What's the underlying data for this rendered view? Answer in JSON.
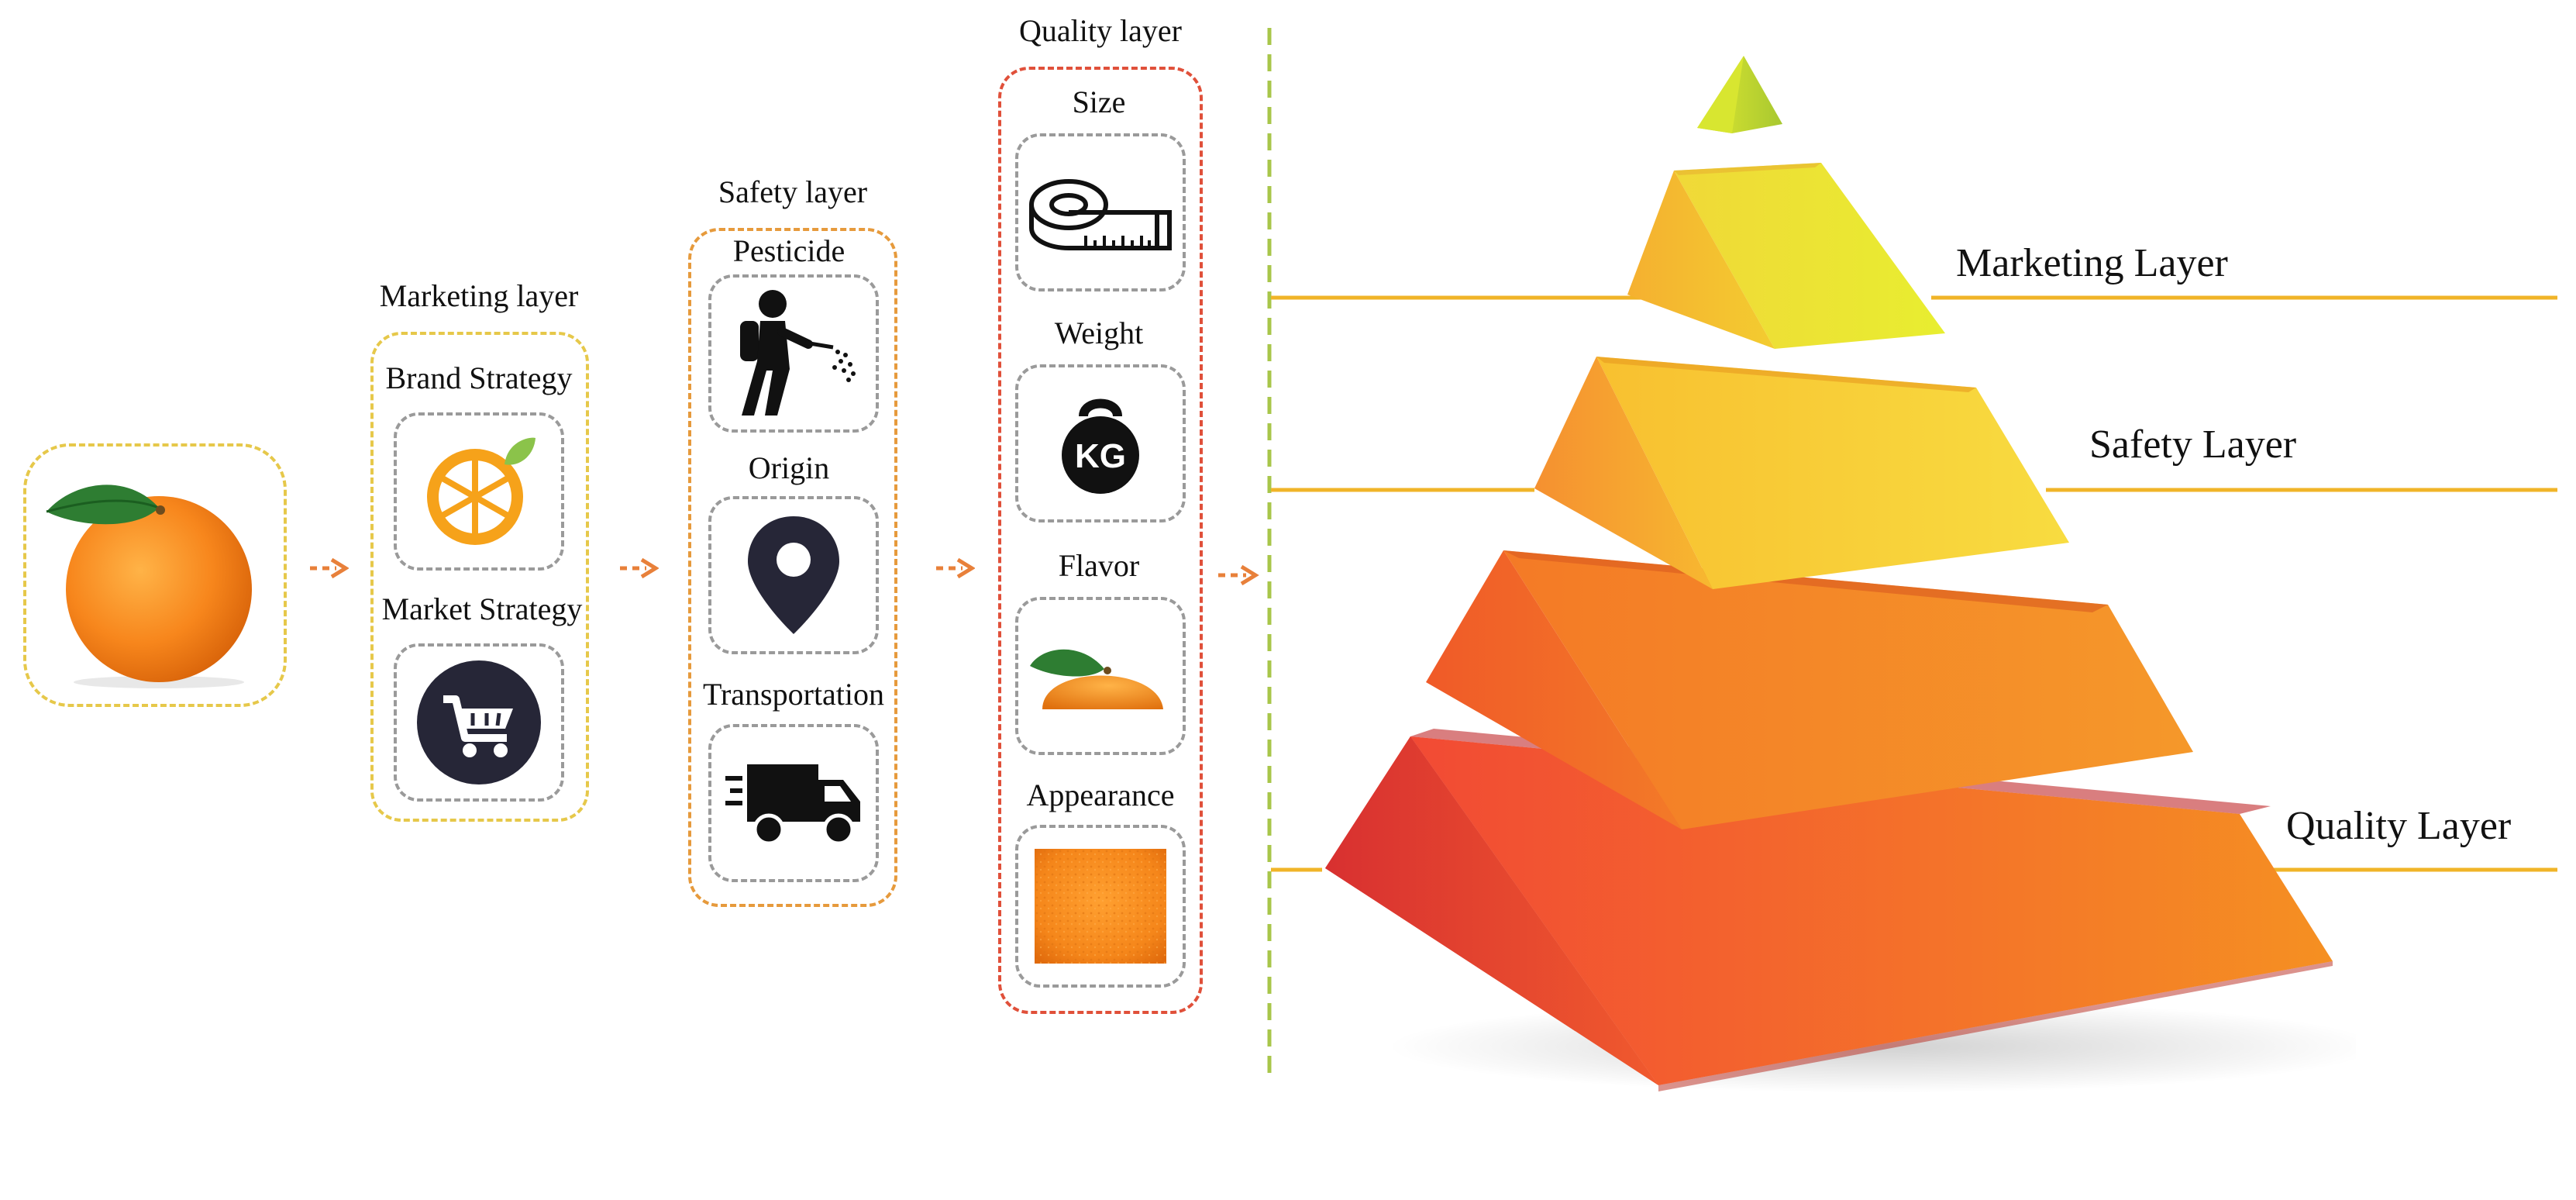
{
  "colors": {
    "marketing_dash": "#e6c84a",
    "safety_dash": "#e69a3c",
    "quality_dash": "#e0503a",
    "arrow": "#e8803a",
    "divider": "#a8c64a",
    "level_line": "#f0b428"
  },
  "input": {
    "icon": "orange-fruit-icon"
  },
  "marketing": {
    "title": "Marketing layer",
    "items": [
      {
        "label": "Brand Strategy",
        "icon": "orange-slice-icon"
      },
      {
        "label": "Market Strategy",
        "icon": "shopping-cart-icon"
      }
    ]
  },
  "safety": {
    "title": "Safety layer",
    "items": [
      {
        "label": "Pesticide",
        "icon": "sprayer-person-icon"
      },
      {
        "label": "Origin",
        "icon": "location-pin-icon"
      },
      {
        "label": "Transportation",
        "icon": "delivery-truck-icon"
      }
    ]
  },
  "quality": {
    "title": "Quality layer",
    "items": [
      {
        "label": "Size",
        "icon": "measuring-tape-icon"
      },
      {
        "label": "Weight",
        "icon": "kg-weight-icon",
        "icon_text": "KG"
      },
      {
        "label": "Flavor",
        "icon": "orange-half-icon"
      },
      {
        "label": "Appearance",
        "icon": "orange-peel-texture-icon"
      }
    ]
  },
  "pyramid": {
    "levels": [
      {
        "label": "Marketing Layer"
      },
      {
        "label": "Safety Layer"
      },
      {
        "label": "Quality Layer"
      }
    ]
  }
}
